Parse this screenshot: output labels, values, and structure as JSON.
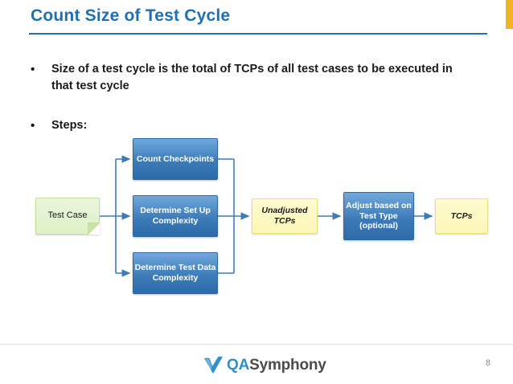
{
  "slide": {
    "title": "Count Size of Test Cycle",
    "page_number": "8",
    "accent_color": "#1F6FB2",
    "corner_tab_color": "#F4B12A"
  },
  "bullets": [
    {
      "marker": "•",
      "text": "Size of a test cycle is the total of TCPs of all test cases to be executed in that test cycle"
    },
    {
      "marker": "•",
      "text": "Steps:"
    }
  ],
  "diagram": {
    "nodes": [
      {
        "id": "test-case",
        "label": "Test Case",
        "style": "green-note"
      },
      {
        "id": "count-checkpoints",
        "label": "Count Checkpoints",
        "style": "blue"
      },
      {
        "id": "determine-setup",
        "label": "Determine Set Up Complexity",
        "style": "blue"
      },
      {
        "id": "determine-data",
        "label": "Determine Test Data Complexity",
        "style": "blue"
      },
      {
        "id": "unadjusted-tcps",
        "label": "Unadjusted TCPs",
        "style": "yellow"
      },
      {
        "id": "adjust-test-type",
        "label": "Adjust based on Test Type (optional)",
        "style": "blue"
      },
      {
        "id": "tcps",
        "label": "TCPs",
        "style": "yellow"
      }
    ],
    "edges": [
      {
        "from": "test-case",
        "to": "count-checkpoints"
      },
      {
        "from": "test-case",
        "to": "determine-setup"
      },
      {
        "from": "test-case",
        "to": "determine-data"
      },
      {
        "from": "count-checkpoints",
        "to": "unadjusted-tcps"
      },
      {
        "from": "determine-setup",
        "to": "unadjusted-tcps"
      },
      {
        "from": "determine-data",
        "to": "unadjusted-tcps"
      },
      {
        "from": "unadjusted-tcps",
        "to": "adjust-test-type"
      },
      {
        "from": "adjust-test-type",
        "to": "tcps"
      }
    ],
    "connector_color": "#3E7CB9"
  },
  "footer": {
    "logo_qa": "QA",
    "logo_symphony": "Symphony"
  }
}
